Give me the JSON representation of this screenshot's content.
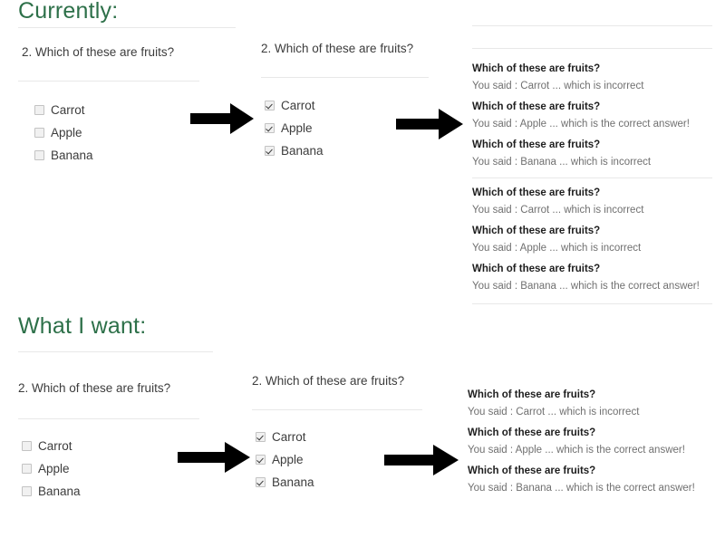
{
  "sections": [
    {
      "heading": "Currently:",
      "quiz_before": {
        "question": "2. Which of these are fruits?",
        "options": [
          {
            "label": "Carrot",
            "checked": false
          },
          {
            "label": "Apple",
            "checked": false
          },
          {
            "label": "Banana",
            "checked": false
          }
        ]
      },
      "quiz_after": {
        "question": "2. Which of these are fruits?",
        "options": [
          {
            "label": "Carrot",
            "checked": true
          },
          {
            "label": "Apple",
            "checked": true
          },
          {
            "label": "Banana",
            "checked": true
          }
        ]
      },
      "results": [
        {
          "rows": [
            {
              "question": "Which of these are fruits?",
              "answer": "You said : Carrot ... which is incorrect"
            },
            {
              "question": "Which of these are fruits?",
              "answer": "You said : Apple ... which is the correct answer!"
            },
            {
              "question": "Which of these are fruits?",
              "answer": "You said : Banana ... which is incorrect"
            }
          ]
        },
        {
          "rows": [
            {
              "question": "Which of these are fruits?",
              "answer": "You said : Carrot ... which is incorrect"
            },
            {
              "question": "Which of these are fruits?",
              "answer": "You said : Apple ... which is incorrect"
            },
            {
              "question": "Which of these are fruits?",
              "answer": "You said : Banana ... which is the correct answer!"
            }
          ]
        }
      ]
    },
    {
      "heading": "What I want:",
      "quiz_before": {
        "question": "2. Which of these are fruits?",
        "options": [
          {
            "label": "Carrot",
            "checked": false
          },
          {
            "label": "Apple",
            "checked": false
          },
          {
            "label": "Banana",
            "checked": false
          }
        ]
      },
      "quiz_after": {
        "question": "2. Which of these are fruits?",
        "options": [
          {
            "label": "Carrot",
            "checked": true
          },
          {
            "label": "Apple",
            "checked": true
          },
          {
            "label": "Banana",
            "checked": true
          }
        ]
      },
      "results": [
        {
          "rows": [
            {
              "question": "Which of these are fruits?",
              "answer": "You said : Carrot ... which is incorrect"
            },
            {
              "question": "Which of these are fruits?",
              "answer": "You said : Apple ... which is the correct answer!"
            },
            {
              "question": "Which of these are fruits?",
              "answer": "You said : Banana ... which is the correct answer!"
            }
          ]
        }
      ]
    }
  ],
  "colors": {
    "heading_green": "#2d7049",
    "rule": "#e8e8e8",
    "arrow": "#000000",
    "body_text": "#3c3c3c",
    "answer_text": "#707070"
  },
  "icons": {
    "arrow": "arrow-right-icon",
    "checkbox_checked": "checkbox-checked-icon",
    "checkbox_unchecked": "checkbox-unchecked-icon"
  }
}
